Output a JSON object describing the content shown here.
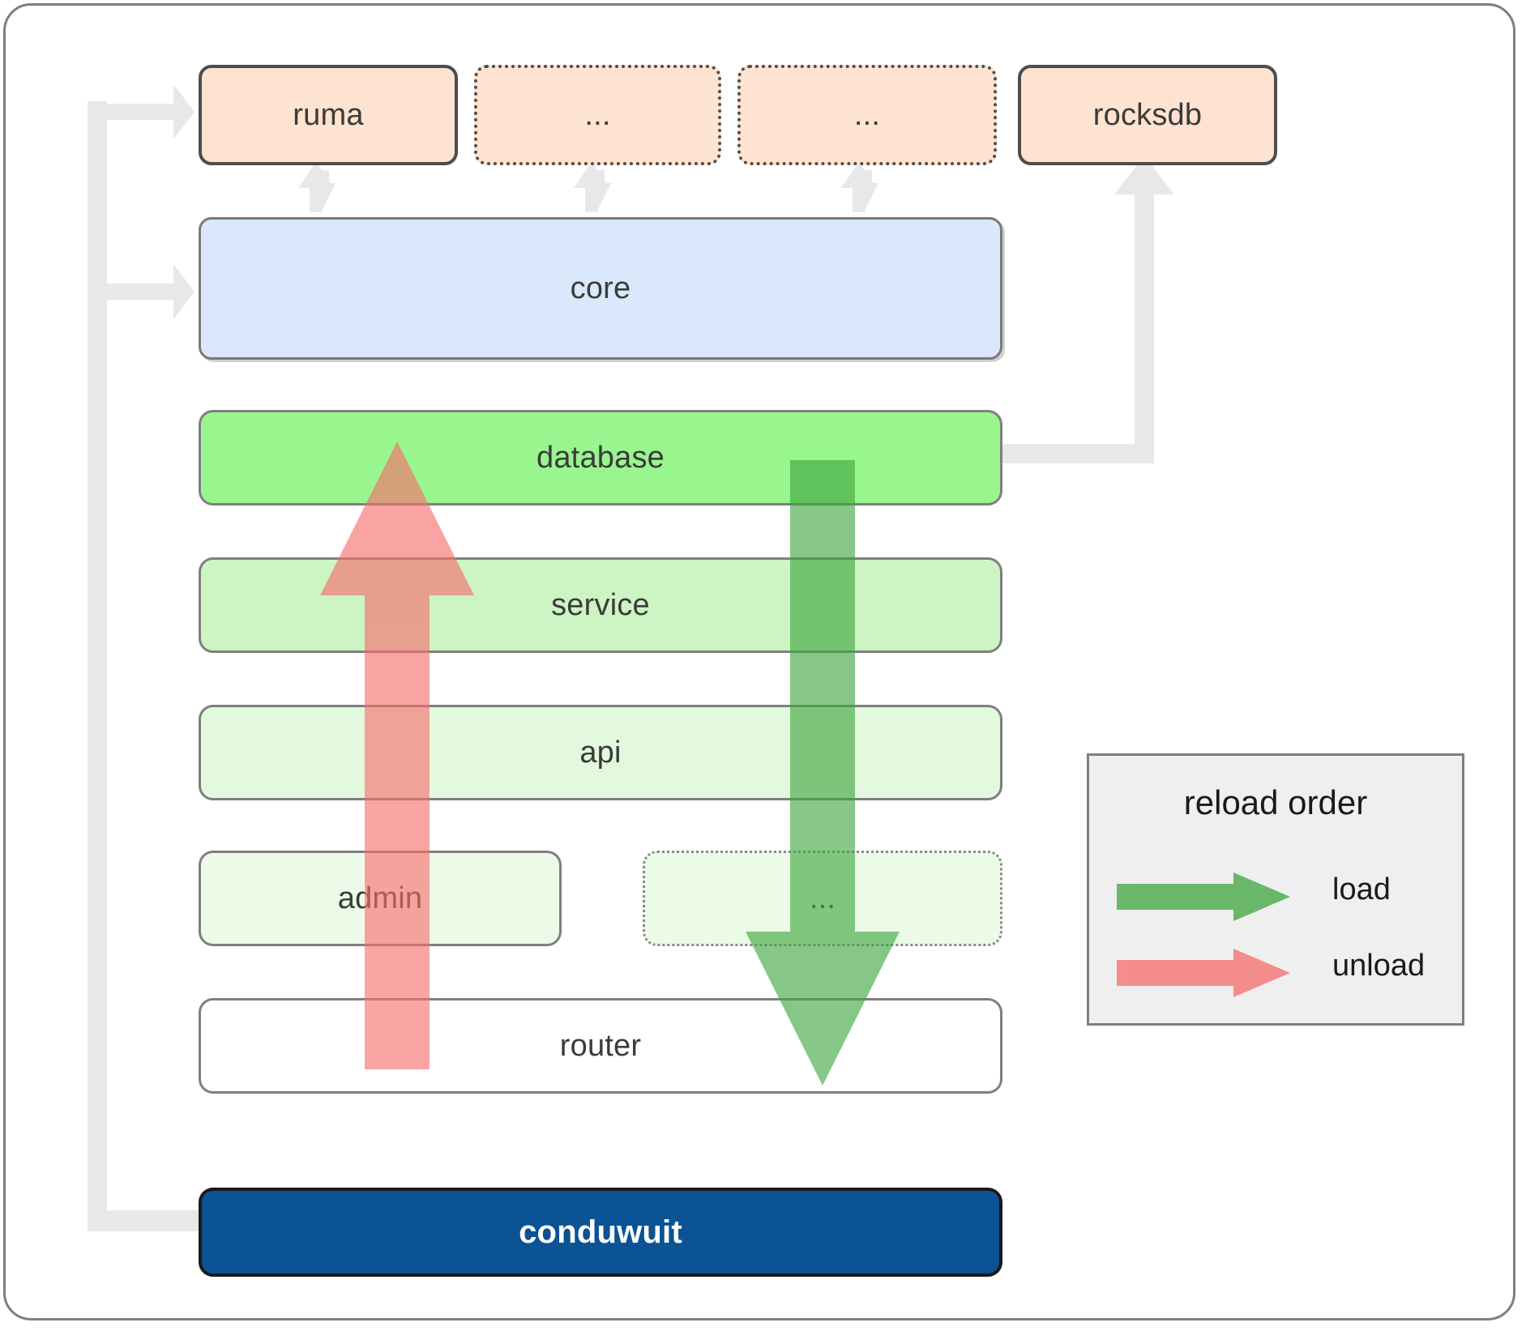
{
  "diagram": {
    "title": "conduwuit crate dependency and reload order diagram",
    "colors": {
      "dependency_box": "#fde3d0",
      "core_box": "#d9e8fb",
      "database_box": "#99f58e",
      "service_box": "#cdf5c4",
      "api_box": "#e2f9dd",
      "admin_box": "#ecfbe8",
      "router_box": "#ffffff",
      "conduwuit_box": "#0b5394",
      "legend_bg": "#efefef",
      "load_arrow": "#4caf50",
      "unload_arrow": "#f76c6c",
      "link_arrow": "#e8e8e8",
      "border": "#7f7f7f"
    }
  },
  "dependencies": [
    {
      "id": "ruma",
      "label": "ruma",
      "style": "solid"
    },
    {
      "id": "dots1",
      "label": "...",
      "style": "dotted"
    },
    {
      "id": "dots2",
      "label": "...",
      "style": "dotted"
    },
    {
      "id": "rocksdb",
      "label": "rocksdb",
      "style": "solid"
    }
  ],
  "core": {
    "label": "core"
  },
  "layers": [
    {
      "id": "database",
      "label": "database"
    },
    {
      "id": "service",
      "label": "service"
    },
    {
      "id": "api",
      "label": "api"
    },
    {
      "id": "admin",
      "label": "admin"
    },
    {
      "id": "dots3",
      "label": "..."
    },
    {
      "id": "router",
      "label": "router"
    }
  ],
  "binary": {
    "label": "conduwuit"
  },
  "legend": {
    "title": "reload order",
    "items": [
      {
        "id": "load",
        "label": "load",
        "color": "#4caf50",
        "direction": "right"
      },
      {
        "id": "unload",
        "label": "unload",
        "color": "#f76c6c",
        "direction": "right"
      }
    ]
  },
  "flows": [
    {
      "id": "load-flow",
      "label": "load",
      "from": "database",
      "to": "router",
      "direction": "down",
      "color": "#4caf50"
    },
    {
      "id": "unload-flow",
      "label": "unload",
      "from": "router",
      "to": "database",
      "direction": "up",
      "color": "#f76c6c"
    }
  ]
}
